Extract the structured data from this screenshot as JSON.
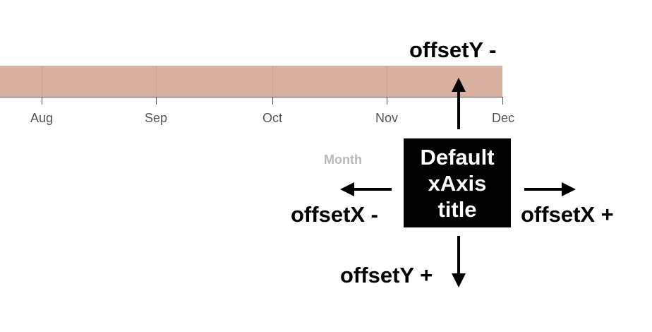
{
  "axis": {
    "ticks": [
      "Aug",
      "Sep",
      "Oct",
      "Nov",
      "Dec"
    ],
    "default_title": "Month",
    "band_color": "#d9b1a0",
    "axis_color": "#555555"
  },
  "title_box": {
    "lines": [
      "Default",
      "xAxis",
      "title"
    ]
  },
  "labels": {
    "offset_y_minus": "offsetY -",
    "offset_y_plus": "offsetY +",
    "offset_x_minus": "offsetX -",
    "offset_x_plus": "offsetX +"
  }
}
